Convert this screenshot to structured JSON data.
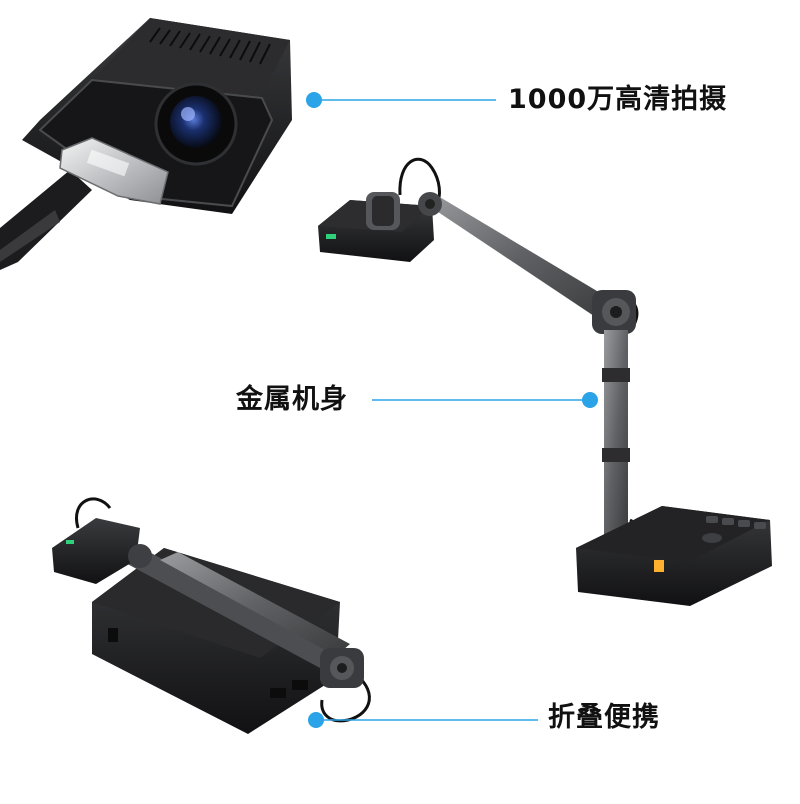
{
  "features": [
    {
      "label": "1000万高清拍摄"
    },
    {
      "label": "金属机身"
    },
    {
      "label": "折叠便携"
    }
  ],
  "colors": {
    "accent": "#2aa3e8",
    "device_dark": "#1d1d1f",
    "device_metal": "#6b6d70",
    "text": "#111111"
  }
}
